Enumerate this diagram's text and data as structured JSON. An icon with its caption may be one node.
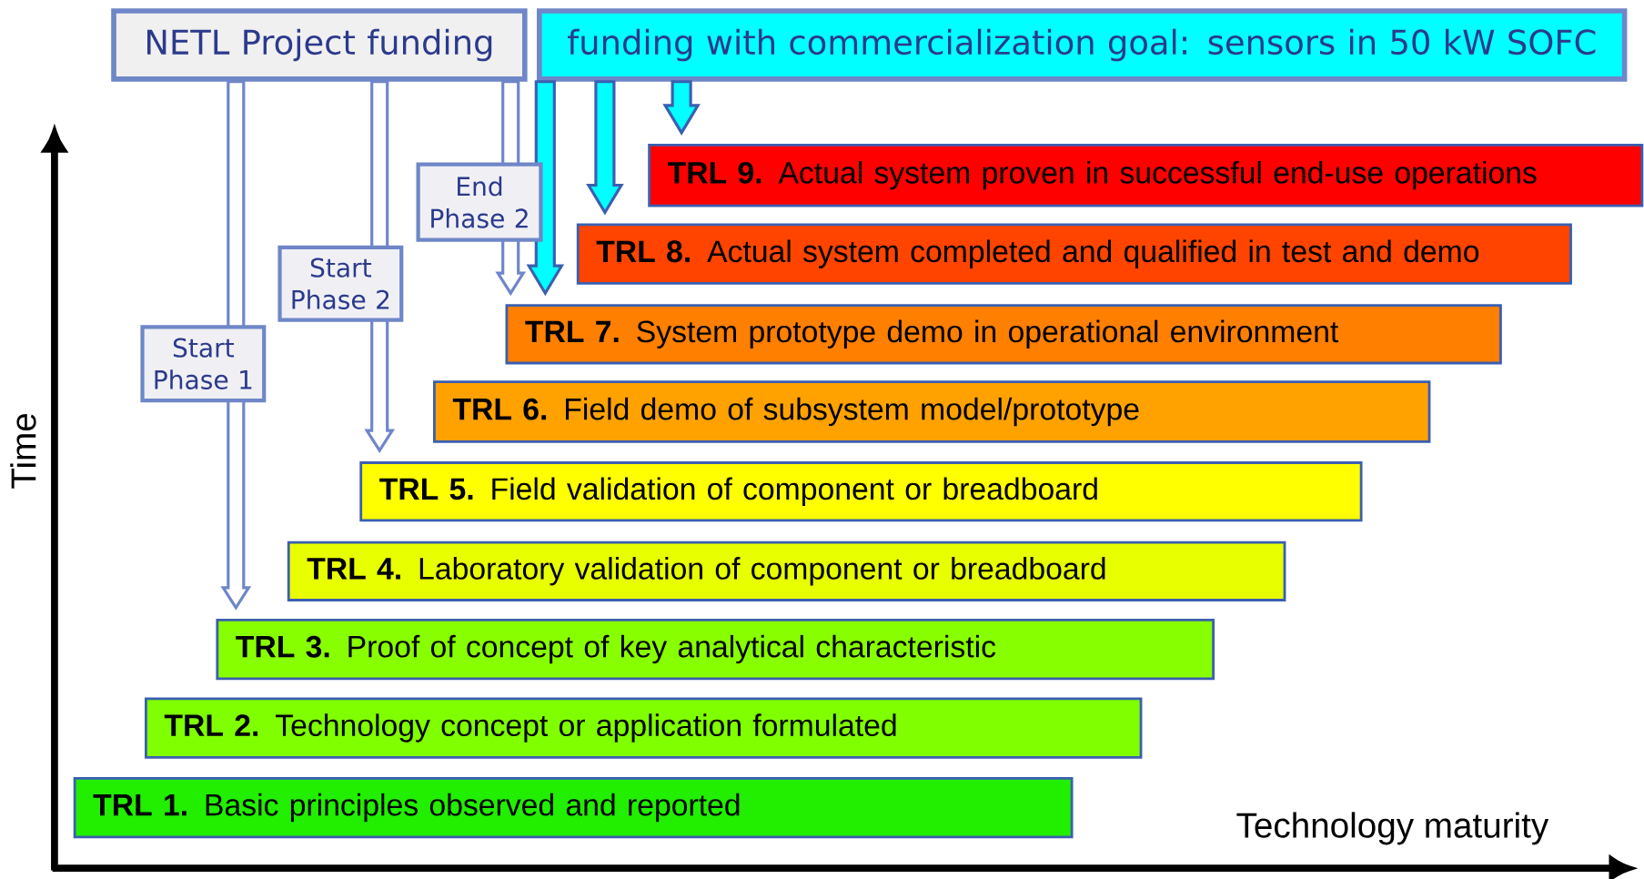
{
  "diagram": {
    "nodes": [
      {
        "text": [
          "NETL Project funding"
        ]
      },
      {
        "text": [
          "funding with commercialization goal:  sensors in 50 kW SOFC"
        ]
      },
      {
        "text": [
          "**TRL 9.** Actual system proven in successful end-use operations"
        ]
      },
      {
        "text": [
          "**TRL 8.** Actual system completed and qualified in test and demo"
        ]
      },
      {
        "text": [
          "**TRL 7.** System prototype demo in operational environment"
        ]
      },
      {
        "text": [
          "**TRL 6.** Field demo of subsystem model/prototype"
        ]
      },
      {
        "text": [
          "**TRL 5.** Field validation of component or breadboard"
        ]
      },
      {
        "text": [
          "**TRL 4.** Laboratory validation of component or breadboard"
        ]
      },
      {
        "text": [
          "**TRL 3.** Proof of concept of key analytical characteristic"
        ]
      },
      {
        "text": [
          "**TRL 2.** Technology concept or application formulated"
        ]
      },
      {
        "text": [
          "**TRL 1.** Basic principles observed and reported"
        ]
      }
    ],
    "edges": [
      {
        "from": 0,
        "to": 8,
        "arrow": "to",
        "label": "Start Phase 1"
      },
      {
        "from": 0,
        "to": 6,
        "arrow": "to",
        "label": "Start Phase 2"
      },
      {
        "from": 0,
        "to": 4,
        "arrow": "to",
        "label": "End Phase 2"
      },
      {
        "from": 1,
        "to": 4,
        "arrow": "to",
        "color": "#00ffff"
      },
      {
        "from": 1,
        "to": 3,
        "arrow": "to",
        "color": "#00ffff"
      },
      {
        "from": 1,
        "to": 2,
        "arrow": "to",
        "color": "#00ffff"
      }
    ],
    "labels": [
      "Time",
      "Technology maturity"
    ]
  }
}
